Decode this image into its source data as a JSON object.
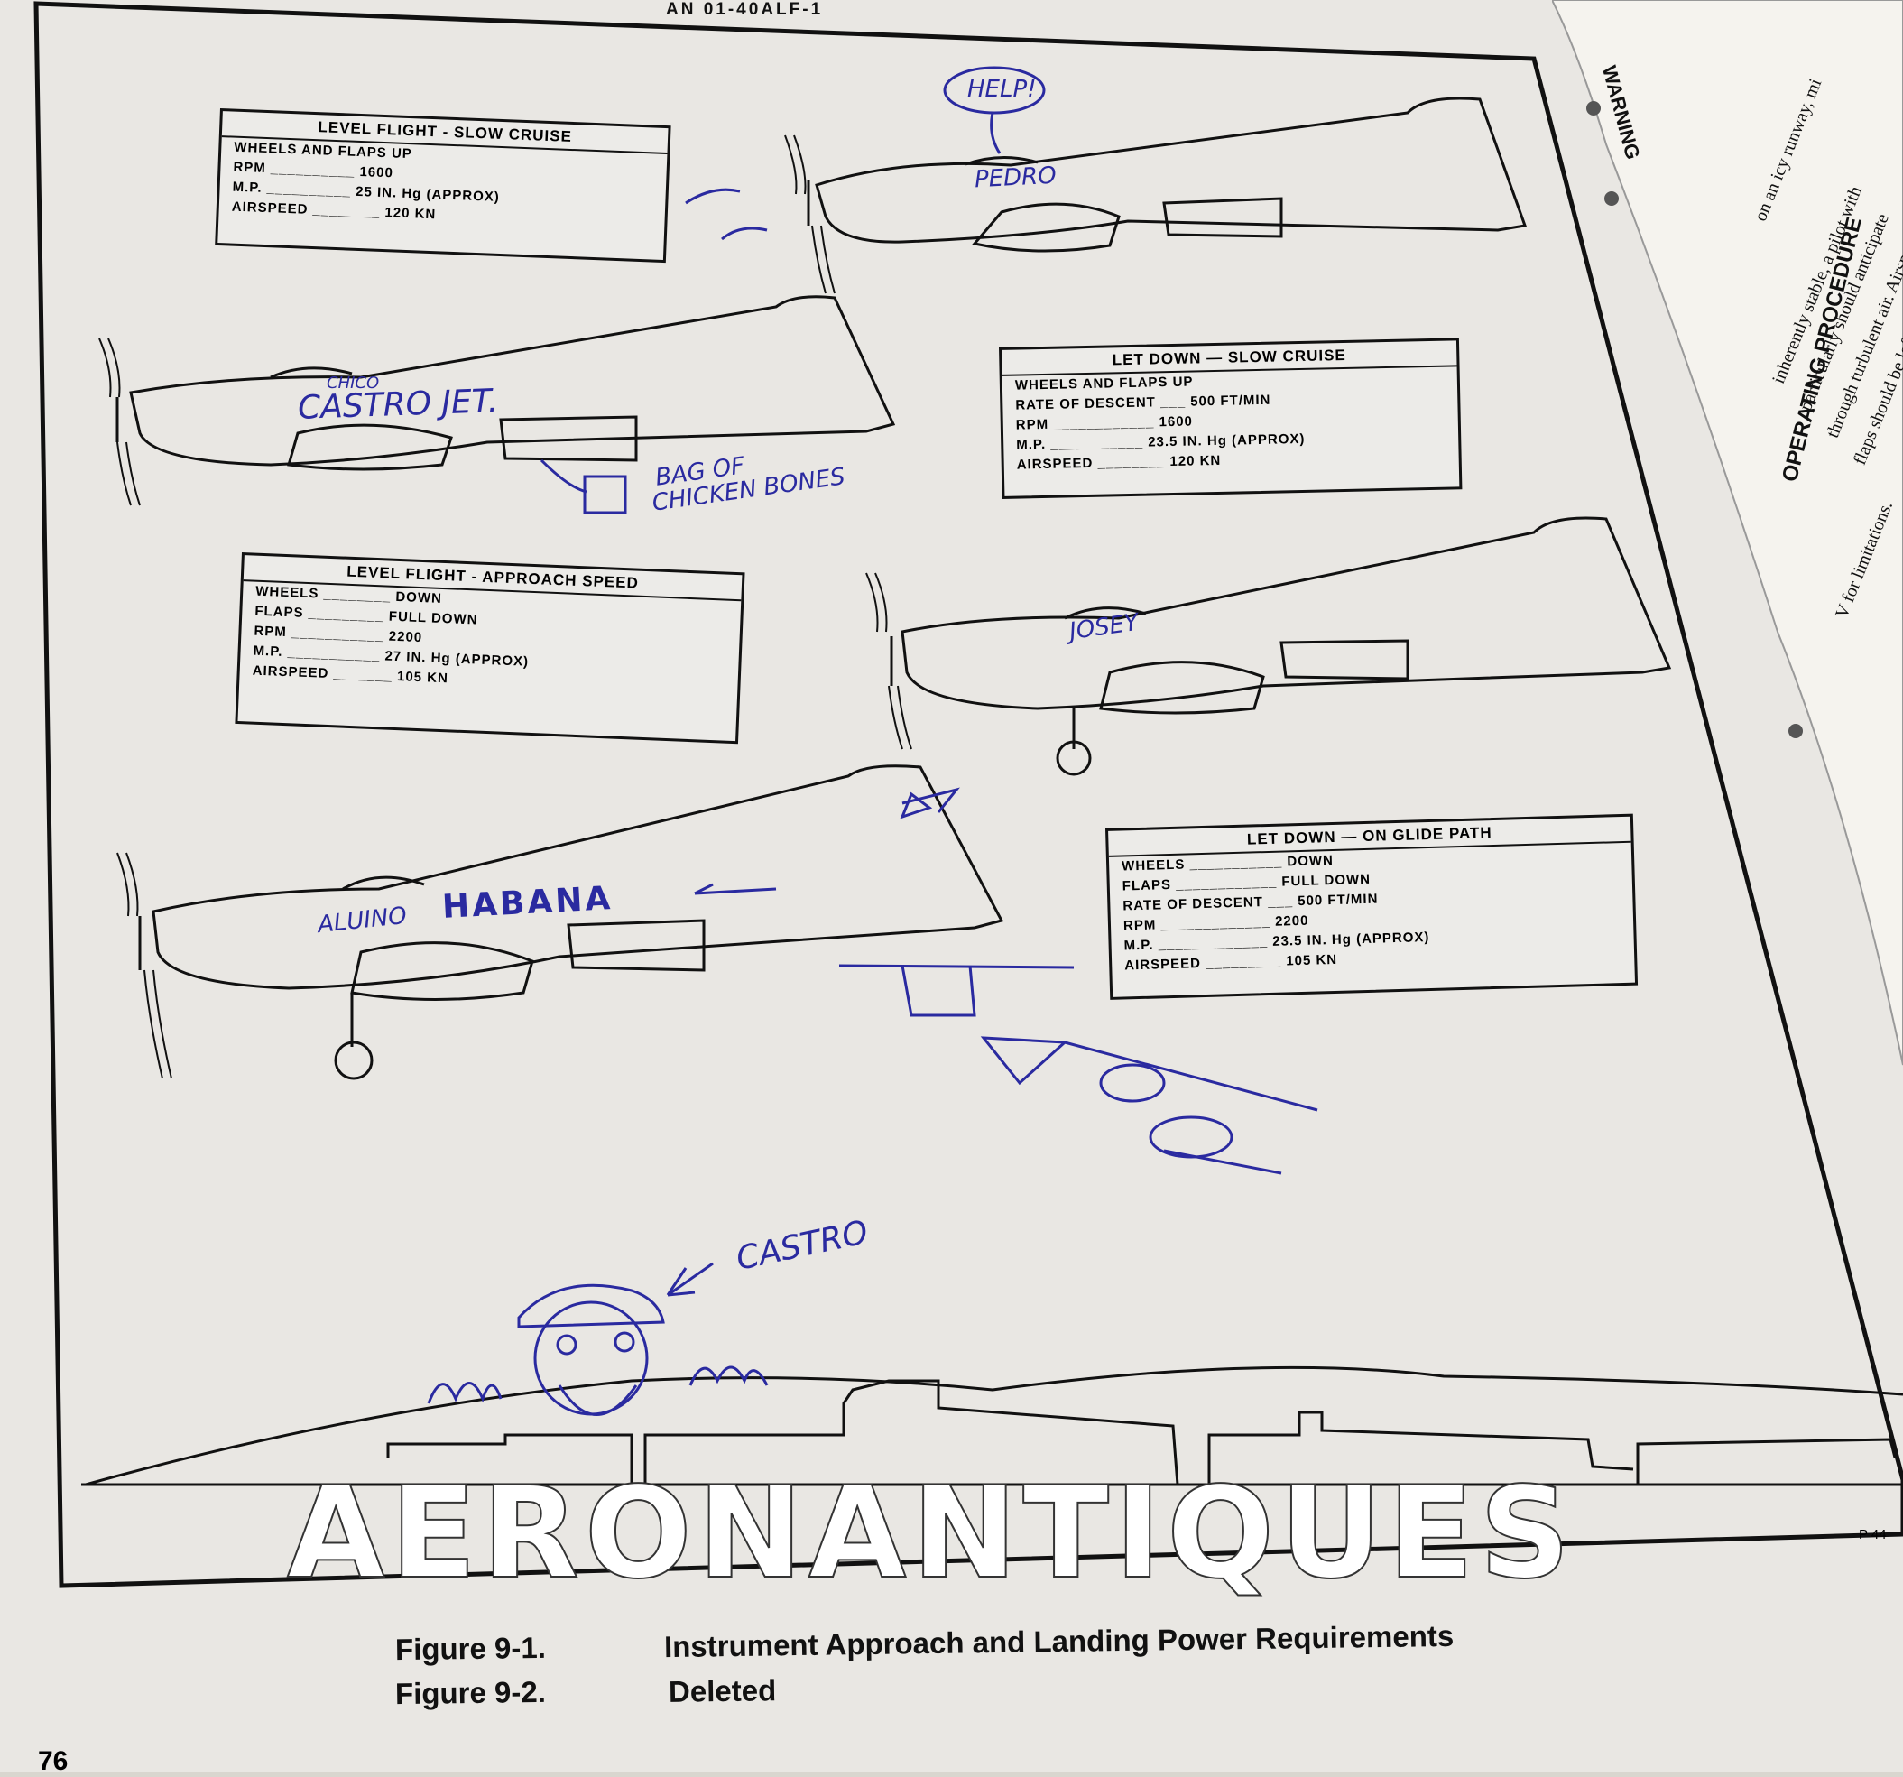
{
  "document": {
    "header": "AN 01-40ALF-1",
    "page_number": "76",
    "figure_ref": "P 44",
    "captions": [
      {
        "number": "Figure 9-1.",
        "title": "Instrument Approach and Landing Power Requirements"
      },
      {
        "number": "Figure 9-2.",
        "title": "Deleted"
      }
    ]
  },
  "boxes": {
    "level_slow": {
      "title": "LEVEL FLIGHT - SLOW CRUISE",
      "rows": [
        "WHEELS AND FLAPS UP",
        "RPM __________ 1600",
        "M.P. __________ 25 IN. Hg (APPROX)",
        "AIRSPEED ________ 120 KN"
      ]
    },
    "letdown_slow": {
      "title": "LET DOWN  —  SLOW CRUISE",
      "rows": [
        "WHEELS AND FLAPS UP",
        "RATE OF DESCENT ___ 500 FT/MIN",
        "RPM ____________ 1600",
        "M.P. ___________ 23.5 IN. Hg (APPROX)",
        "AIRSPEED ________ 120 KN"
      ]
    },
    "level_approach": {
      "title": "LEVEL FLIGHT - APPROACH SPEED",
      "rows": [
        "WHEELS ________ DOWN",
        "FLAPS _________ FULL DOWN",
        "RPM ___________ 2200",
        "M.P. ___________ 27 IN. Hg (APPROX)",
        "AIRSPEED _______ 105 KN"
      ]
    },
    "letdown_glide": {
      "title": "LET DOWN  —  ON GLIDE PATH",
      "rows": [
        "WHEELS ___________ DOWN",
        "FLAPS ____________ FULL DOWN",
        "RATE OF DESCENT ___ 500 FT/MIN",
        "RPM _____________ 2200",
        "M.P. _____________ 23.5 IN. Hg (APPROX)",
        "AIRSPEED _________ 105 KN"
      ]
    }
  },
  "handwriting": {
    "help": "HELP!",
    "pedro": "PEDRO",
    "chico": "CHICO",
    "castro_jet": "CASTRO   JET.",
    "bag_line1": "BAG OF",
    "bag_line2": "CHICKEN BONES",
    "josey": "JOSEY",
    "aluino": "ALUINO",
    "habana": "HABANA",
    "castro": "CASTRO"
  },
  "side_page": {
    "lines": [
      "WARNING",
      "OPERATING PROCEDURE",
      "inherently stable, a pilot with",
      "particularly should anticipate",
      "through turbulent air. Airspeed",
      "flaps should be left in the",
      "V for limitations.",
      "on an icy runway, mi"
    ]
  },
  "watermark": "AERONANTIQUES",
  "colors": {
    "paper": "#e9e7e3",
    "ink": "#111111",
    "pen": "#2a2aa0"
  }
}
